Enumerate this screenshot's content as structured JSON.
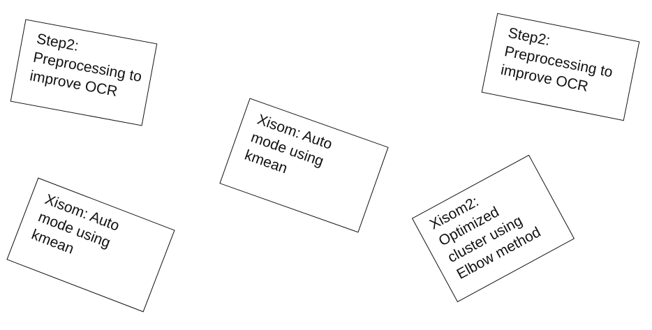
{
  "cards": [
    {
      "text": "Step2:\nPreprocessing to\nimprove OCR"
    },
    {
      "text": "Step2:\nPreprocessing to\nimprove OCR"
    },
    {
      "text": "Xisom: Auto\nmode using\nkmean"
    },
    {
      "text": "Xisom: Auto\nmode using\nkmean"
    },
    {
      "text": "Xisom2:\nOptimized\ncluster using\nElbow method"
    }
  ]
}
